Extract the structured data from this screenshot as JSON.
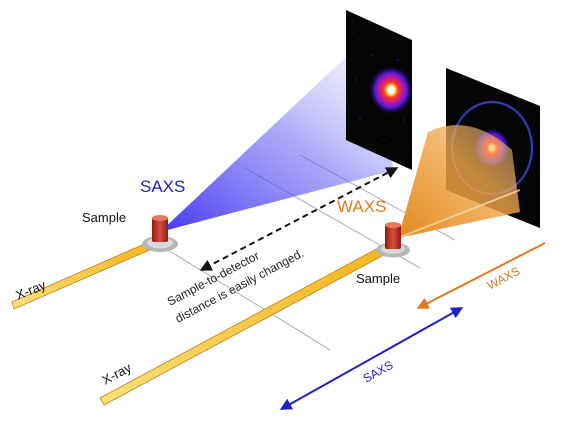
{
  "labels": {
    "saxs_title": "SAXS",
    "waxs_title": "WAXS",
    "sample_left": "Sample",
    "sample_right": "Sample",
    "xray_left": "X-ray",
    "xray_right": "X-ray",
    "distance_line1": "Sample-to-detector",
    "distance_line2": "distance is easily changed.",
    "saxs_arrow": "SAXS",
    "waxs_arrow": "WAXS"
  },
  "colors": {
    "saxs": "#2020c8",
    "waxs": "#e07a1e",
    "beam": "#f3c21b",
    "beam_edge": "#c77c10",
    "sample": "#c43a2a",
    "detector": "#000000"
  }
}
